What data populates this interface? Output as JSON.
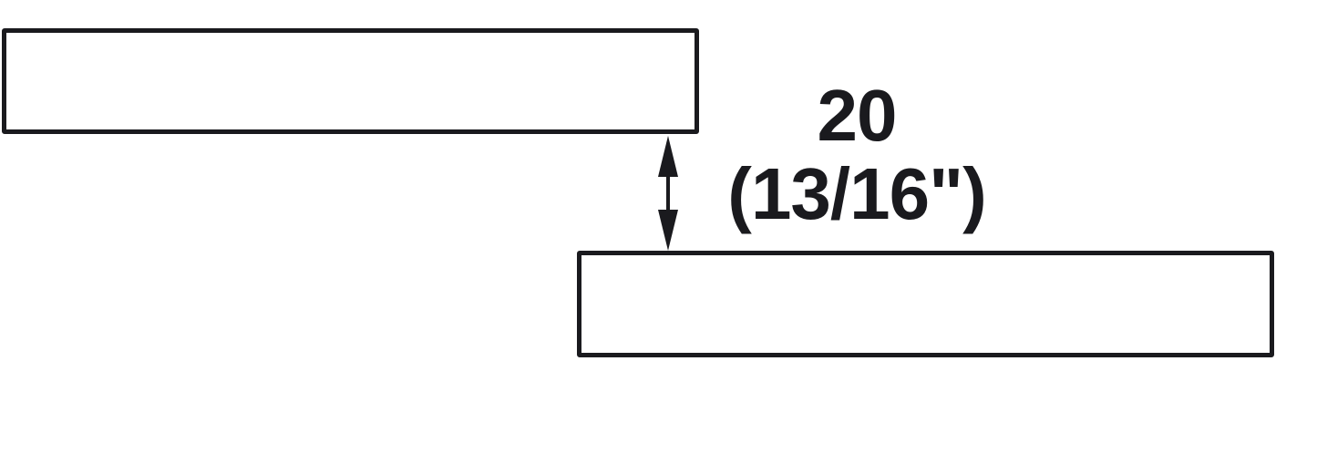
{
  "diagram": {
    "description": "Installation gap dimension drawing showing two offset panels with the clearance between them",
    "dimension": {
      "value_mm": "20",
      "value_inch": "(13/16\")"
    },
    "panels": [
      {
        "name": "upper-panel"
      },
      {
        "name": "lower-panel"
      }
    ],
    "arrow": "vertical-double-headed-dimension-arrow",
    "colors": {
      "line": "#1a1a1e",
      "background": "#ffffff"
    }
  }
}
